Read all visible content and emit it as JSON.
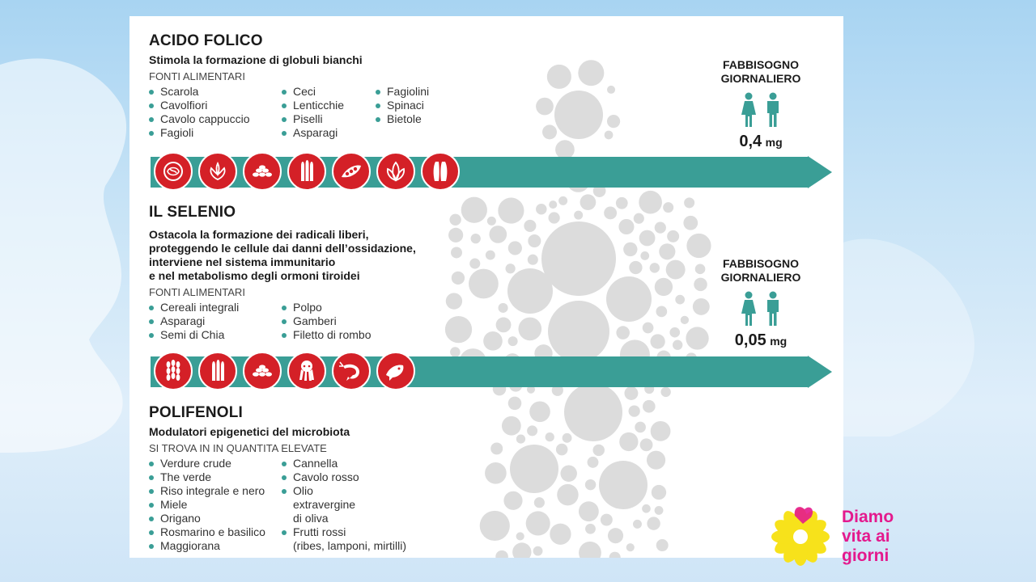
{
  "sections": [
    {
      "title": "ACIDO FOLICO",
      "subtitle": [
        "Stimola la formazione di globuli bianchi"
      ],
      "label": "FONTI ALIMENTARI",
      "columns": [
        [
          "Scarola",
          "Cavolfiori",
          "Cavolo cappuccio",
          "Fagioli"
        ],
        [
          "Ceci",
          "Lenticchie",
          "Piselli",
          "Asparagi"
        ],
        [
          "Fagiolini",
          "Spinaci",
          "Bietole"
        ]
      ],
      "icons": [
        "lettuce-icon",
        "cauliflower-icon",
        "beans-icon",
        "asparagus-icon",
        "peas-icon",
        "spinach-icon",
        "chard-icon"
      ],
      "need": {
        "title_line1": "FABBISOGNO",
        "title_line2": "GIORNALIERO",
        "value": "0,4",
        "unit": "mg"
      }
    },
    {
      "title": "IL SELENIO",
      "subtitle": [
        "Ostacola la formazione dei radicali liberi,",
        "proteggendo le cellule dai danni dell’ossidazione,",
        "interviene nel  sistema immunitario",
        "e nel metabolismo degli ormoni tiroidei"
      ],
      "label": "FONTI ALIMENTARI",
      "columns": [
        [
          "Cereali integrali",
          "Asparagi",
          "Semi di Chia"
        ],
        [
          "Polpo",
          "Gamberi",
          "Filetto di rombo"
        ]
      ],
      "icons": [
        "wheat-icon",
        "asparagus-icon",
        "seeds-icon",
        "octopus-icon",
        "shrimp-icon",
        "fish-icon"
      ],
      "need": {
        "title_line1": "FABBISOGNO",
        "title_line2": "GIORNALIERO",
        "value": "0,05",
        "unit": "mg"
      }
    },
    {
      "title": "POLIFENOLI",
      "subtitle": [
        "Modulatori epigenetici del microbiota"
      ],
      "label": "SI TROVA IN IN QUANTITA ELEVATE",
      "columns": [
        [
          "Verdure crude",
          "The verde",
          "Riso integrale e nero",
          "Miele",
          "Origano",
          "Rosmarino e basilico",
          "Maggiorana"
        ],
        [
          "Cannella",
          "Cavolo rosso",
          "Olio",
          "extravergine",
          "di oliva",
          "Frutti rossi",
          "(ribes, lamponi, mirtilli)"
        ]
      ]
    }
  ],
  "logo": {
    "line1": "Diamo",
    "line2": "vita ai",
    "line3": "giorni"
  },
  "colors": {
    "teal": "#3a9e96",
    "red": "#d42027",
    "pink": "#e4198d",
    "yellow": "#f7e21b"
  }
}
